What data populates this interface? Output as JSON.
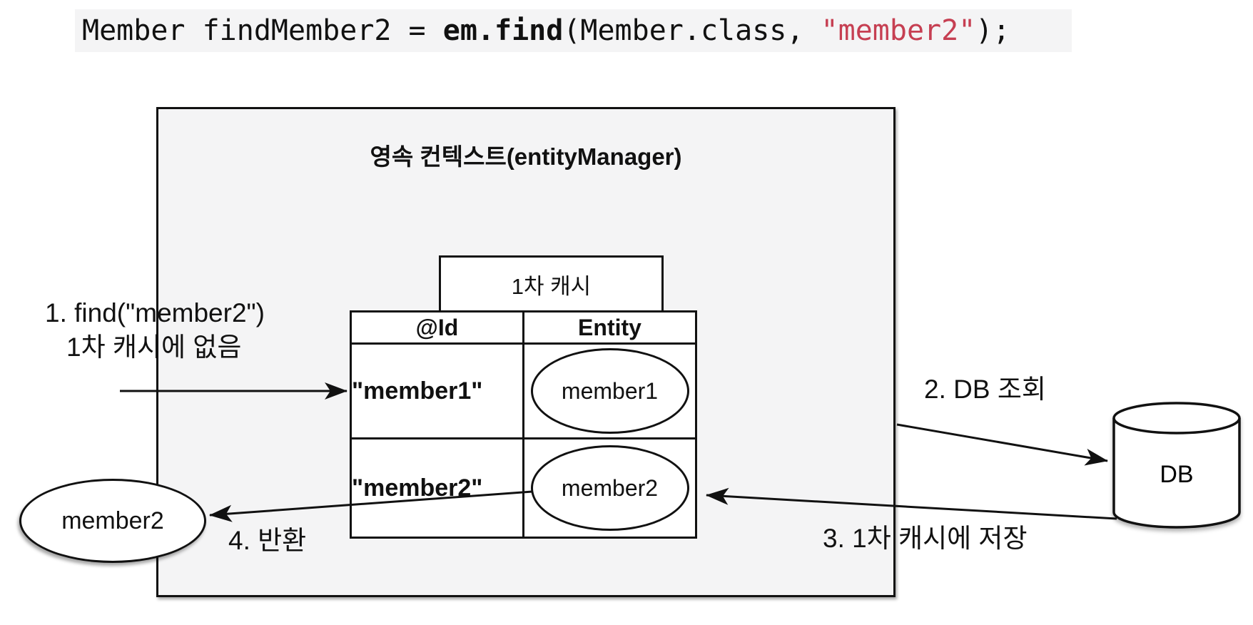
{
  "code": {
    "prefix": "Member findMember2 = ",
    "bold": "em.find",
    "mid": "(Member.class, ",
    "string": "\"member2\"",
    "suffix": ");"
  },
  "context": {
    "title": "영속 컨텍스트(entityManager)",
    "cache_label": "1차 캐시"
  },
  "cache_table": {
    "headers": [
      "@Id",
      "Entity"
    ],
    "rows": [
      {
        "id": "\"member1\"",
        "entity": "member1"
      },
      {
        "id": "\"member2\"",
        "entity": "member2"
      }
    ]
  },
  "annotations": {
    "step1_line1": "1. find(\"member2\")",
    "step1_line2": "1차 캐시에 없음",
    "step2": "2. DB 조회",
    "step3": "3. 1차 캐시에 저장",
    "step4": "4. 반환"
  },
  "result": {
    "label": "member2"
  },
  "db": {
    "label": "DB"
  },
  "colors": {
    "string_red": "#c63f52",
    "context_bg": "#f4f4f5",
    "line": "#111111"
  }
}
